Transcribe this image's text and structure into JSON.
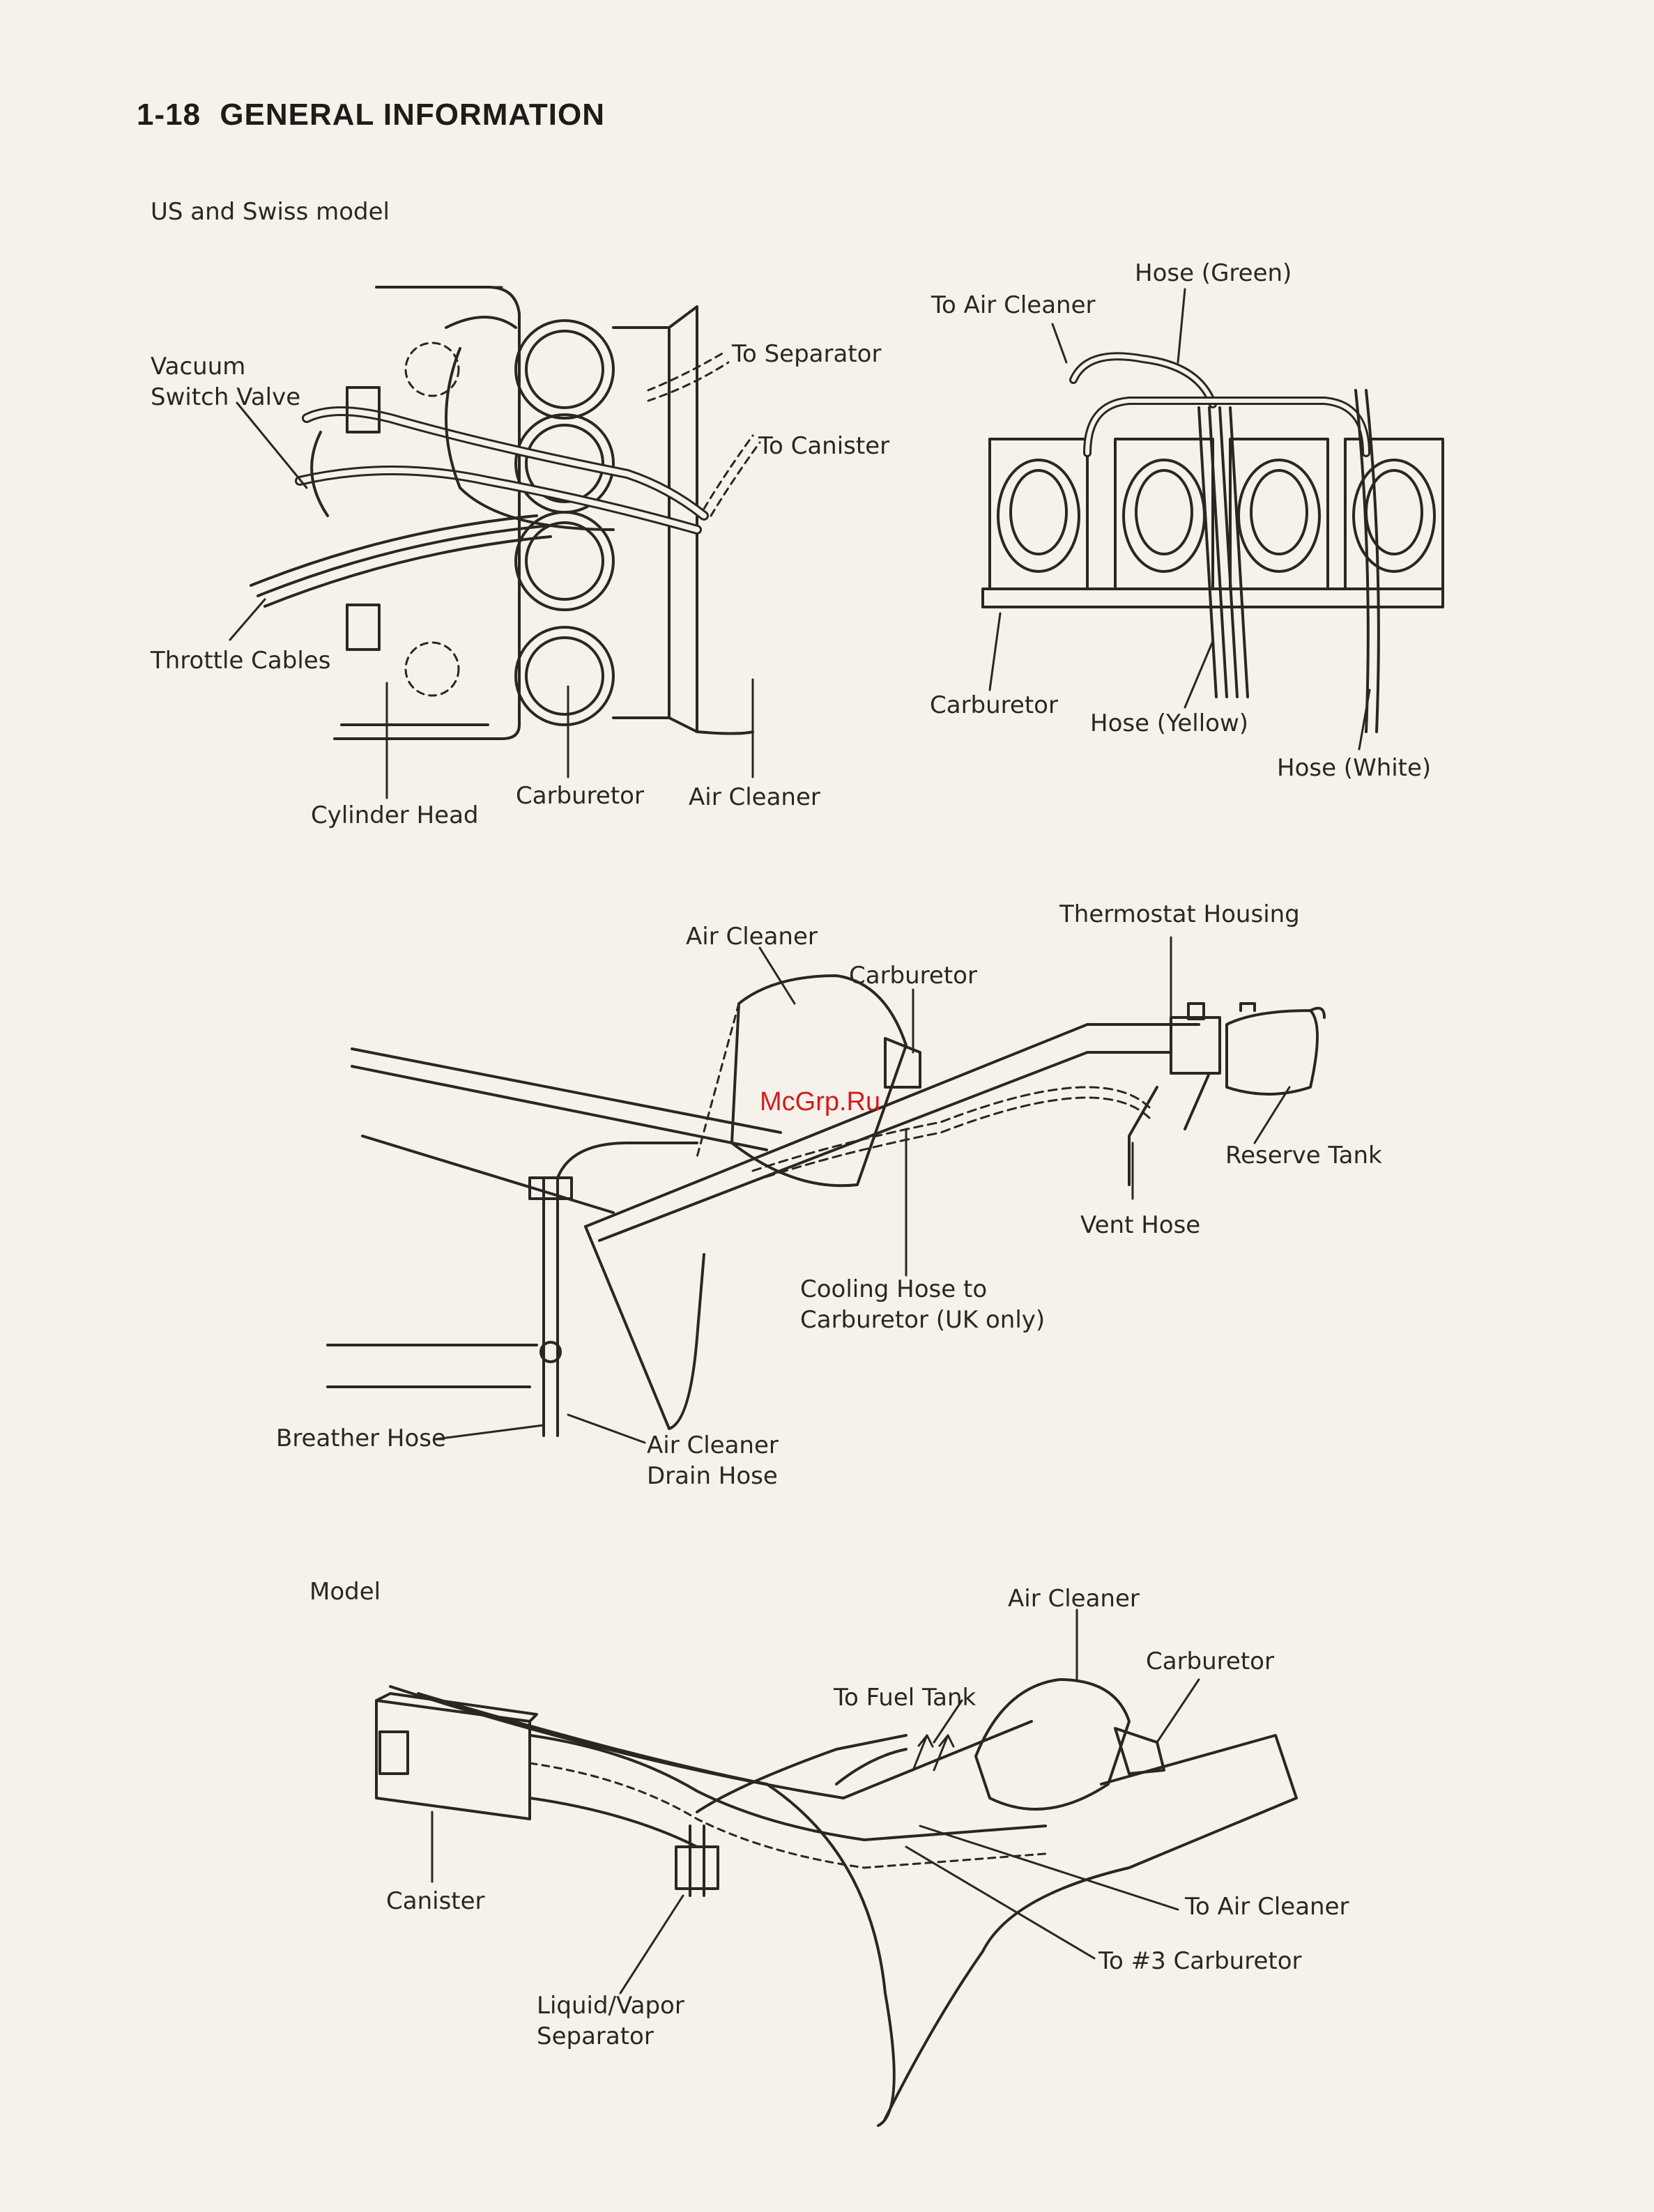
{
  "header": {
    "page_number": "1-18",
    "title": "GENERAL INFORMATION"
  },
  "figure1": {
    "caption": "US and Swiss model",
    "labels": {
      "vacuum_switch_valve": [
        "Vacuum",
        "Switch Valve"
      ],
      "throttle_cables": "Throttle Cables",
      "cylinder_head": "Cylinder Head",
      "carburetor": "Carburetor",
      "air_cleaner": "Air Cleaner",
      "to_separator": "To Separator",
      "to_canister": "To Canister"
    }
  },
  "figure2": {
    "labels": {
      "to_air_cleaner": "To Air Cleaner",
      "hose_green": "Hose (Green)",
      "carburetor": "Carburetor",
      "hose_yellow": "Hose (Yellow)",
      "hose_white": "Hose (White)"
    }
  },
  "figure3": {
    "labels": {
      "air_cleaner": "Air Cleaner",
      "carburetor": "Carburetor",
      "thermostat_housing": "Thermostat Housing",
      "reserve_tank": "Reserve Tank",
      "vent_hose": "Vent Hose",
      "cooling_hose": [
        "Cooling Hose to",
        "Carburetor (UK only)"
      ],
      "breather_hose": "Breather Hose",
      "air_cleaner_drain_hose": [
        "Air Cleaner",
        "Drain Hose"
      ]
    }
  },
  "figure4": {
    "caption": "Model",
    "labels": {
      "air_cleaner": "Air Cleaner",
      "carburetor": "Carburetor",
      "to_fuel_tank": "To Fuel Tank",
      "canister": "Canister",
      "to_air_cleaner": "To Air Cleaner",
      "to_3_carburetor": "To #3 Carburetor",
      "liquid_vapor_separator": [
        "Liquid/Vapor",
        "Separator"
      ]
    }
  },
  "watermark": "McGrp.Ru",
  "colors": {
    "paper": "#f6f1ea",
    "ink": "#2a2622",
    "watermark": "#d21d1d"
  }
}
